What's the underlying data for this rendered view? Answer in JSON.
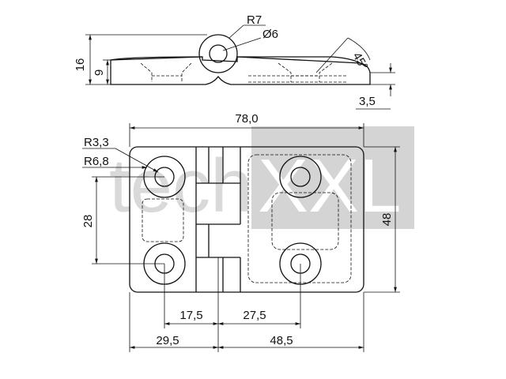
{
  "watermark": {
    "left": "tech",
    "right": "XXL"
  },
  "dimensions": {
    "radius_pin": "R7",
    "dia_pin": "Ø6",
    "angle": "45°",
    "height_total": "16",
    "height_leaf": "9",
    "thickness": "3,5",
    "width_total": "78,0",
    "height_plate": "48",
    "hole_spacing": "28",
    "r_hole": "R3,3",
    "r_boss": "R6,8",
    "left_hole_offset": "17,5",
    "right_hole_offset": "27,5",
    "left_leaf": "29,5",
    "right_leaf": "48,5"
  }
}
